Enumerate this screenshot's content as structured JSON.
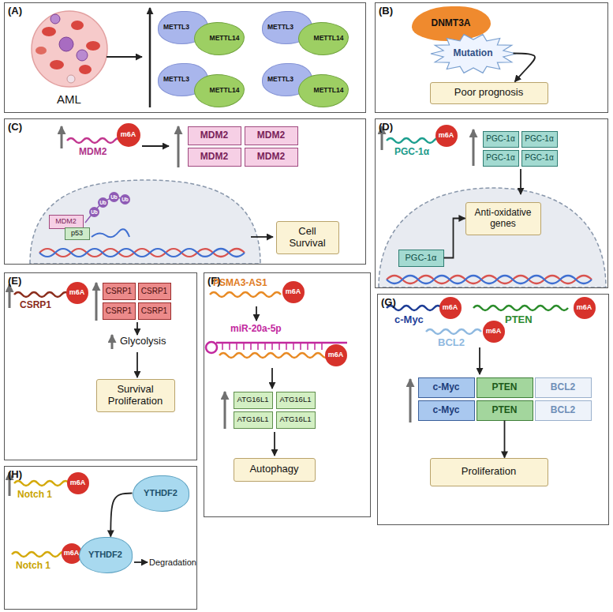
{
  "diagram": {
    "nodes": [
      {
        "text": [
          "(A)"
        ]
      },
      {
        "text": [
          "METTL3"
        ],
        "in": 0
      },
      {
        "text": [
          "METTL14"
        ],
        "in": 0
      },
      {
        "text": [
          "METTL3"
        ],
        "in": 0
      },
      {
        "text": [
          "METTL14"
        ],
        "in": 0
      },
      {
        "text": [
          "METTL3"
        ],
        "in": 0
      },
      {
        "text": [
          "METTL14"
        ],
        "in": 0
      },
      {
        "text": [
          "METTL3"
        ],
        "in": 0
      },
      {
        "text": [
          "METTL14"
        ],
        "in": 0
      },
      {
        "text": [
          "(B)"
        ]
      },
      {
        "text": [
          "DNMT3A"
        ],
        "in": 9
      },
      {
        "text": [
          "Mutation"
        ],
        "in": 9
      },
      {
        "text": [
          "Poor prognosis"
        ],
        "in": 9
      },
      {
        "text": [
          "(C)"
        ]
      },
      {
        "text": [
          "m6A"
        ],
        "in": 13
      },
      {
        "text": [
          "MDM2"
        ],
        "in": 13
      },
      {
        "text": [
          "MDM2"
        ],
        "in": 13
      },
      {
        "text": [
          "MDM2"
        ],
        "in": 13
      },
      {
        "text": [
          "MDM2"
        ],
        "in": 13
      },
      {
        "text": [
          "MDM2"
        ],
        "in": 13
      },
      {
        "text": [
          "p53"
        ],
        "in": 13
      },
      {
        "text": [
          "Cell Survival"
        ],
        "in": 13
      },
      {
        "text": [
          "(D)"
        ]
      },
      {
        "text": [
          "m6A"
        ],
        "in": 22
      },
      {
        "text": [
          "PGC-1α"
        ],
        "in": 22
      },
      {
        "text": [
          "PGC-1α"
        ],
        "in": 22
      },
      {
        "text": [
          "PGC-1α"
        ],
        "in": 22
      },
      {
        "text": [
          "PGC-1α"
        ],
        "in": 22
      },
      {
        "text": [
          "PGC-1α"
        ],
        "in": 22
      },
      {
        "text": [
          "Anti-oxidative genes"
        ],
        "in": 22
      },
      {
        "text": [
          "(E)"
        ]
      },
      {
        "text": [
          "m6A"
        ],
        "in": 30
      },
      {
        "text": [
          "CSRP1"
        ],
        "in": 30
      },
      {
        "text": [
          "CSRP1"
        ],
        "in": 30
      },
      {
        "text": [
          "CSRP1"
        ],
        "in": 30
      },
      {
        "text": [
          "CSRP1"
        ],
        "in": 30
      },
      {
        "text": [
          "Survival Proliferation"
        ],
        "in": 30
      },
      {
        "text": [
          "(F)"
        ]
      },
      {
        "text": [
          "m6A"
        ],
        "in": 37
      },
      {
        "text": [
          "m6A"
        ],
        "in": 37
      },
      {
        "text": [
          "ATG16L1"
        ],
        "in": 37
      },
      {
        "text": [
          "ATG16L1"
        ],
        "in": 37
      },
      {
        "text": [
          "ATG16L1"
        ],
        "in": 37
      },
      {
        "text": [
          "ATG16L1"
        ],
        "in": 37
      },
      {
        "text": [
          "Autophagy"
        ],
        "in": 37
      },
      {
        "text": [
          "(G)"
        ]
      },
      {
        "text": [
          "m6A"
        ],
        "in": 45
      },
      {
        "text": [
          "m6A"
        ],
        "in": 45
      },
      {
        "text": [
          "m6A"
        ],
        "in": 45
      },
      {
        "text": [
          "c-Myc"
        ],
        "in": 45
      },
      {
        "text": [
          "PTEN"
        ],
        "in": 45
      },
      {
        "text": [
          "BCL2"
        ],
        "in": 45
      },
      {
        "text": [
          "c-Myc"
        ],
        "in": 45
      },
      {
        "text": [
          "PTEN"
        ],
        "in": 45
      },
      {
        "text": [
          "BCL2"
        ],
        "in": 45
      },
      {
        "text": [
          "Proliferation"
        ],
        "in": 45
      },
      {
        "text": [
          "(H)"
        ]
      },
      {
        "text": [
          "m6A"
        ],
        "in": 56
      },
      {
        "text": [
          "YTHDF2"
        ],
        "in": 56
      },
      {
        "text": [
          "m6A"
        ],
        "in": 56
      },
      {
        "text": [
          "YTHDF2"
        ],
        "in": 56
      }
    ],
    "edges": [
      {
        "from": 11,
        "to": 12,
        "arrow": "to"
      },
      {
        "from": 28,
        "to": 29,
        "arrow": "to"
      },
      {
        "from": 53,
        "to": 55,
        "arrow": "to"
      },
      {
        "from": 58,
        "to": 60,
        "arrow": "to"
      }
    ],
    "labels": [
      "AML",
      "MDM2",
      "Ub",
      "Ub",
      "Ub",
      "Ub",
      "PGC-1α",
      "CSRP1",
      "Glycolysis",
      "PSMA3-AS1",
      "miR-20a-5p",
      "c-Myc",
      "PTEN",
      "BCL2",
      "Notch 1",
      "Notch 1",
      "Degradation"
    ]
  }
}
